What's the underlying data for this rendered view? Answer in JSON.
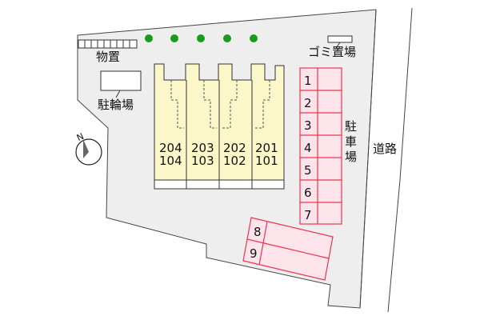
{
  "labels": {
    "storage": "物置",
    "garbage": "ゴミ置場",
    "bicycle": "駐輪場",
    "parking": [
      "駐",
      "車",
      "場"
    ],
    "road": "道路",
    "north": "N"
  },
  "building": {
    "units": [
      {
        "upper": "204",
        "lower": "104"
      },
      {
        "upper": "203",
        "lower": "103"
      },
      {
        "upper": "202",
        "lower": "102"
      },
      {
        "upper": "201",
        "lower": "101"
      }
    ]
  },
  "parking_spaces": {
    "vertical": [
      "1",
      "2",
      "3",
      "4",
      "5",
      "6",
      "7"
    ],
    "angled": [
      "8",
      "9"
    ]
  },
  "colors": {
    "lot": "#eeeeee",
    "building_fill": "#fbf7c8",
    "parking_fill": "#fde4ea",
    "parking_line": "#e8374f",
    "tree": "#1a9a1a",
    "outline": "#333333"
  }
}
